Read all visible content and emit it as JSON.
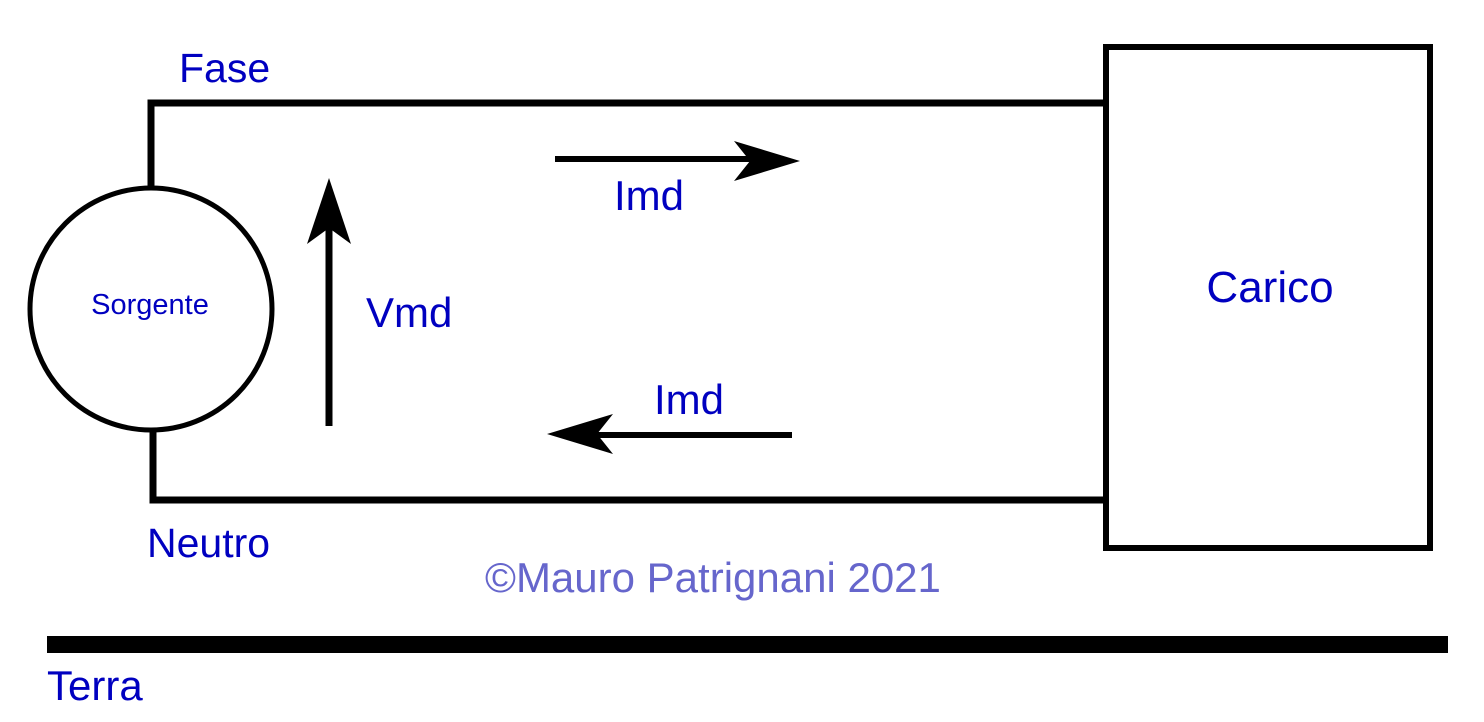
{
  "labels": {
    "phase": "Fase",
    "neutral": "Neutro",
    "source": "Sorgente",
    "load": "Carico",
    "voltage": "Vmd",
    "current_top": "Imd",
    "current_bottom": "Imd",
    "ground": "Terra",
    "copyright": "©Mauro Patrignani 2021"
  },
  "colors": {
    "wire": "#000000",
    "label": "#0000c0",
    "copyright": "#6666cc",
    "background": "#ffffff"
  }
}
